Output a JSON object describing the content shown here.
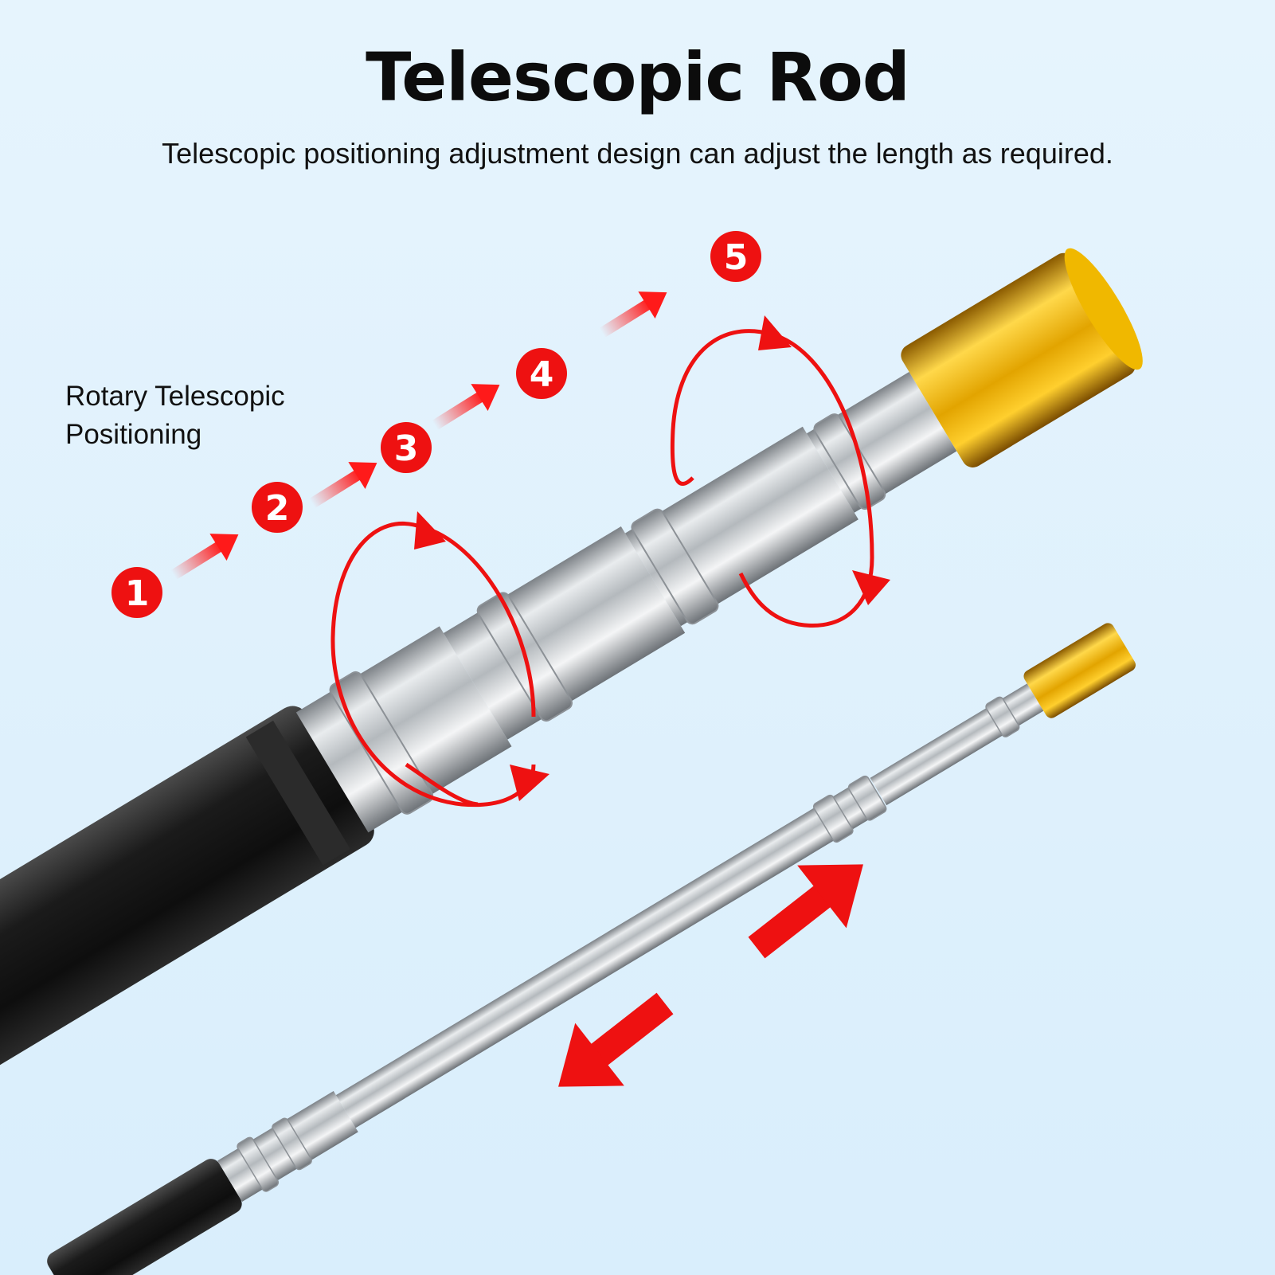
{
  "header": {
    "title": "Telescopic Rod",
    "subtitle": "Telescopic positioning adjustment design can adjust the length as required."
  },
  "caption": {
    "line1": "Rotary Telescopic",
    "line2": "Positioning"
  },
  "steps": [
    "1",
    "2",
    "3",
    "4",
    "5"
  ],
  "colors": {
    "background": "#dff0fc",
    "accent_red": "#ee1111",
    "gold_cap": "#e0a800",
    "steel": "#c9cdd0",
    "handle_black": "#1a1a1a"
  }
}
